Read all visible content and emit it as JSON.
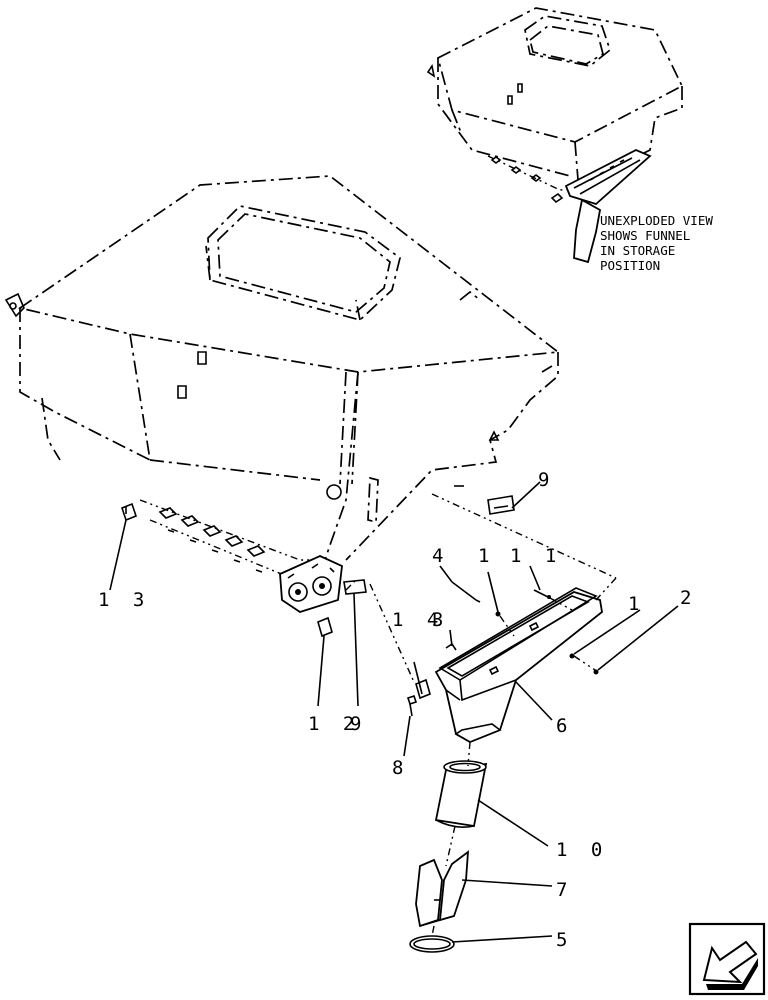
{
  "note": {
    "lines": [
      "UNEXPLODED VIEW",
      "SHOWS FUNNEL",
      "IN STORAGE",
      "POSITION"
    ]
  },
  "callouts": [
    "1",
    "2",
    "3",
    "4",
    "5",
    "6",
    "7",
    "8",
    "9",
    "9",
    "1 0",
    "1 1",
    "1 2",
    "1 3",
    "1 4",
    "1"
  ],
  "nav": {
    "icon": "back-arrow-icon"
  }
}
